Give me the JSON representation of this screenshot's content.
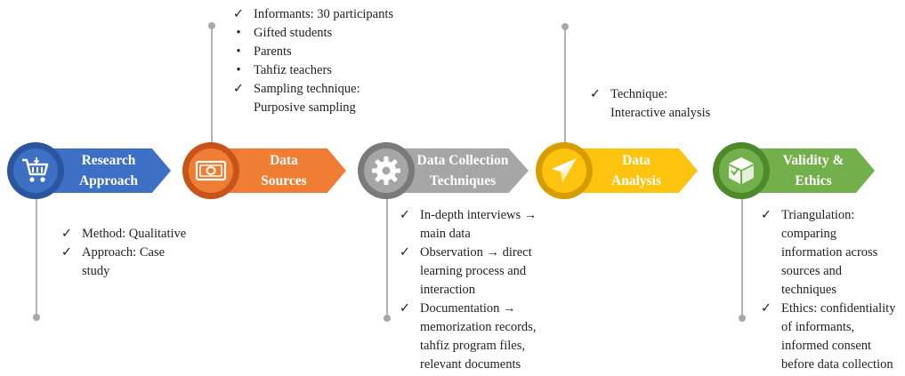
{
  "stages": [
    {
      "id": "research",
      "label": "Research\nApproach",
      "icon": "shopping-cart-icon",
      "color": "#3d6fc4",
      "color_dark": "#2c55a0",
      "items": [
        {
          "marker": "✓",
          "text": "Method: Qualitative"
        },
        {
          "marker": "✓",
          "text": "Approach: Case\nstudy"
        }
      ]
    },
    {
      "id": "sources",
      "label": "Data\nSources",
      "icon": "money-bill-icon",
      "color": "#ef7d33",
      "color_dark": "#c9541a",
      "items": [
        {
          "marker": "✓",
          "text": "Informants: 30 participants"
        },
        {
          "marker": "•",
          "text": "Gifted students"
        },
        {
          "marker": "•",
          "text": "Parents"
        },
        {
          "marker": "•",
          "text": "Tahfiz teachers"
        },
        {
          "marker": "✓",
          "text": "Sampling technique:\nPurposive sampling"
        }
      ]
    },
    {
      "id": "collection",
      "label": "Data Collection\nTechniques",
      "icon": "gear-icon",
      "color": "#a6a6a6",
      "color_dark": "#7a7a7a",
      "items": [
        {
          "marker": "✓",
          "text": "In-depth interviews →\nmain data"
        },
        {
          "marker": "✓",
          "text": "Observation → direct\nlearning process and\ninteraction"
        },
        {
          "marker": "✓",
          "text": "Documentation →\nmemorization records,\ntahfiz program files,\nrelevant documents"
        }
      ]
    },
    {
      "id": "analysis",
      "label": "Data\nAnalysis",
      "icon": "paper-plane-icon",
      "color": "#fcc30f",
      "color_dark": "#d79d00",
      "items": [
        {
          "marker": "✓",
          "text": "Technique:\nInteractive analysis"
        }
      ]
    },
    {
      "id": "validity",
      "label": "Validity &\nEthics",
      "icon": "box-icon",
      "color": "#73b04b",
      "color_dark": "#4e8a2c",
      "items": [
        {
          "marker": "✓",
          "text": "Triangulation:\ncomparing\ninformation across\nsources and\ntechniques"
        },
        {
          "marker": "✓",
          "text": "Ethics: confidentiality\nof informants,\ninformed consent\nbefore data collection"
        }
      ]
    }
  ]
}
